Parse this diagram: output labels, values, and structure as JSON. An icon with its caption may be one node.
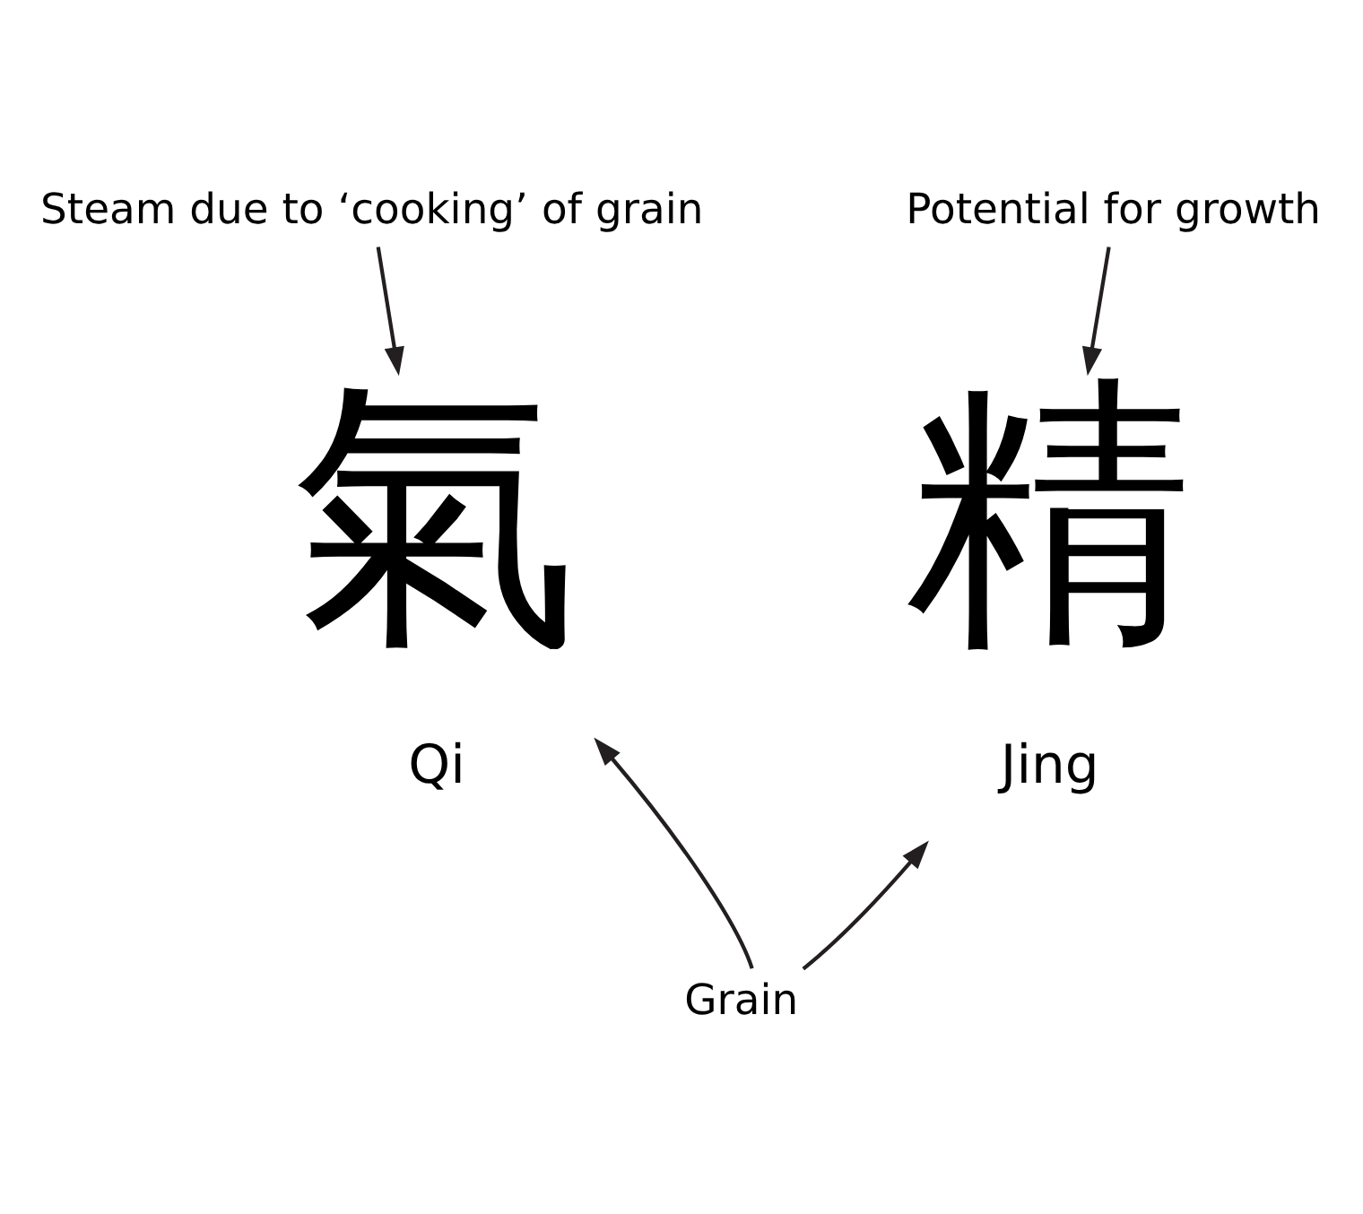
{
  "diagram": {
    "nodes": [
      {
        "text": [
          "精"
        ],
        "beside": [
          "Jing"
        ]
      },
      {
        "text": [
          "氣"
        ],
        "beside": [
          "Qi"
        ]
      },
      {
        "text": [
          "Potential for growth"
        ]
      },
      {
        "text": [
          "Steam due to ‘cooking’ of grain"
        ]
      },
      {
        "text": [
          "Grain"
        ]
      }
    ],
    "edges": [
      {
        "from": 2,
        "to": 0,
        "arrow": "to"
      },
      {
        "from": 3,
        "to": 1,
        "arrow": "to"
      },
      {
        "from": 4,
        "to": 0,
        "arrow": "to"
      },
      {
        "from": 4,
        "to": 1,
        "arrow": "to"
      }
    ]
  }
}
